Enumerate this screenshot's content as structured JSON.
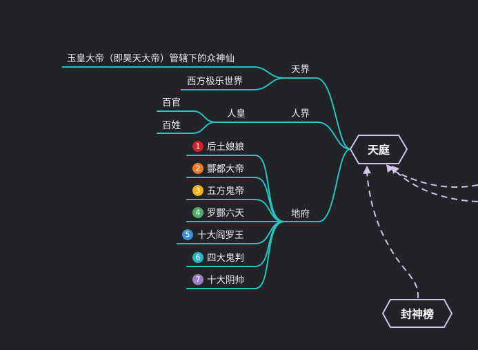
{
  "colors": {
    "background": "#222327",
    "branch": "#26c4c4",
    "relation": "#d2c4ee",
    "node_border": "#d2c4ee",
    "text": "#eeeeee"
  },
  "central": {
    "label": "天庭"
  },
  "secondary": {
    "label": "封神榜"
  },
  "branches": {
    "tianjie": {
      "label": "天界",
      "children": [
        "玉皇大帝（即昊天大帝）管辖下的众神仙",
        "西方极乐世界"
      ]
    },
    "renjie": {
      "label": "人界",
      "renhuang": {
        "label": "人皇",
        "children": [
          "百官",
          "百姓"
        ]
      }
    },
    "difu": {
      "label": "地府",
      "children": [
        {
          "num": "1",
          "label": "后土娘娘",
          "color": "#d11f2d"
        },
        {
          "num": "2",
          "label": "酆都大帝",
          "color": "#ef7a2a"
        },
        {
          "num": "3",
          "label": "五方鬼帝",
          "color": "#f3b21c"
        },
        {
          "num": "4",
          "label": "罗酆六天",
          "color": "#4fae6a"
        },
        {
          "num": "5",
          "label": "十大阎罗王",
          "color": "#3f8fd2"
        },
        {
          "num": "6",
          "label": "四大鬼判",
          "color": "#2bb6c6"
        },
        {
          "num": "7",
          "label": "十大阴帅",
          "color": "#9a7fc6"
        }
      ]
    }
  }
}
